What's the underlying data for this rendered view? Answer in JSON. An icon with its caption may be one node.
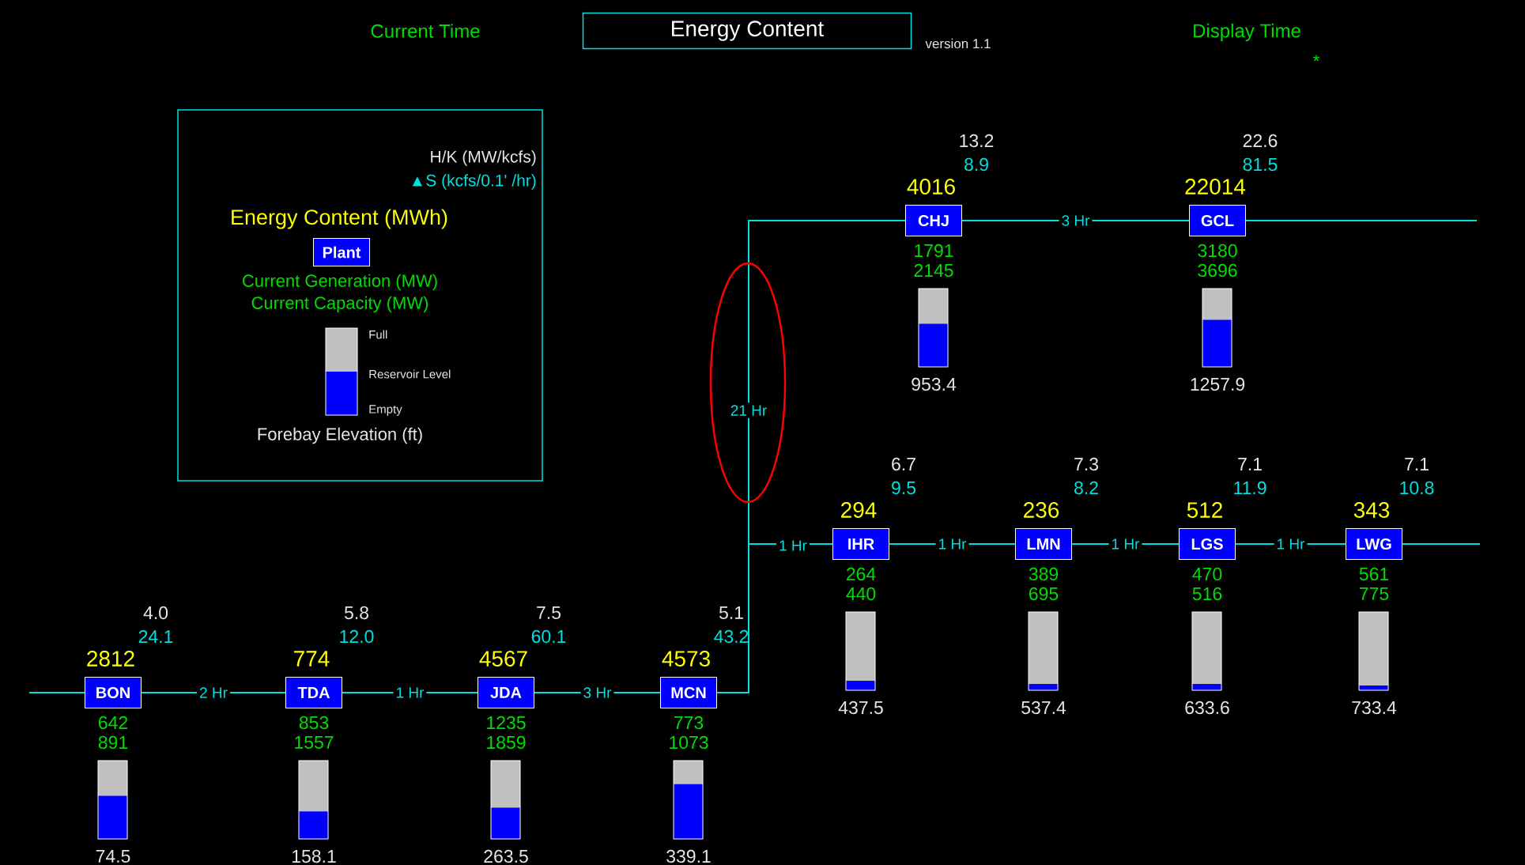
{
  "diagram": {
    "title": "Energy Content",
    "nodes": [
      {
        "text": [
          "H/K  (MW/kcfs)",
          "▲S (kcfs/0.1' /hr)",
          "Energy Content (MWh)",
          "Current Generation (MW)",
          "Current Capacity (MW)",
          "Full",
          "Reservoir Level",
          "Empty",
          "Forebay Elevation (ft)"
        ]
      },
      {
        "text": [
          "Plant"
        ],
        "in": 0
      },
      {
        "text": [
          "CHJ"
        ],
        "beside": [
          "4016",
          "13.2",
          "8.9",
          "1791",
          "2145"
        ]
      },
      {
        "text": [
          "GCL"
        ],
        "beside": [
          "22014",
          "22.6",
          "81.5",
          "3180",
          "3696"
        ]
      },
      {
        "text": [
          "IHR"
        ],
        "beside": [
          "294",
          "6.7",
          "9.5",
          "264",
          "440"
        ]
      },
      {
        "text": [
          "LMN"
        ],
        "beside": [
          "236",
          "7.3",
          "8.2",
          "389",
          "695"
        ]
      },
      {
        "text": [
          "LGS"
        ],
        "beside": [
          "512",
          "7.1",
          "11.9",
          "470",
          "516"
        ]
      },
      {
        "text": [
          "LWG"
        ],
        "beside": [
          "343",
          "7.1",
          "10.8",
          "561",
          "775"
        ]
      },
      {
        "text": [
          "BON"
        ],
        "beside": [
          "2812",
          "4.0",
          "24.1",
          "642",
          "891"
        ]
      },
      {
        "text": [
          "TDA"
        ],
        "beside": [
          "774",
          "5.8",
          "12.0",
          "853",
          "1557"
        ]
      },
      {
        "text": [
          "JDA"
        ],
        "beside": [
          "4567",
          "7.5",
          "60.1",
          "1235",
          "1859"
        ]
      },
      {
        "text": [
          "MCN"
        ],
        "beside": [
          "4573",
          "5.1",
          "43.2",
          "773",
          "1073"
        ]
      }
    ],
    "edges": [
      {
        "from": null,
        "to": 8,
        "arrow": "none"
      },
      {
        "from": 8,
        "to": 9,
        "arrow": "none",
        "label": "2 Hr"
      },
      {
        "from": 9,
        "to": 10,
        "arrow": "none",
        "label": "1 Hr"
      },
      {
        "from": 10,
        "to": 11,
        "arrow": "none",
        "label": "3 Hr"
      },
      {
        "from": 11,
        "to": 4,
        "arrow": "none",
        "label": "1 Hr"
      },
      {
        "from": 11,
        "to": 2,
        "arrow": "none",
        "label": "21 Hr"
      },
      {
        "from": 2,
        "to": 3,
        "arrow": "none",
        "label": "3 Hr"
      },
      {
        "from": 3,
        "to": null,
        "arrow": "none"
      },
      {
        "from": 4,
        "to": 5,
        "arrow": "none",
        "label": "1 Hr"
      },
      {
        "from": 5,
        "to": 6,
        "arrow": "none",
        "label": "1 Hr"
      },
      {
        "from": 6,
        "to": 7,
        "arrow": "none",
        "label": "1 Hr"
      },
      {
        "from": 7,
        "to": null,
        "arrow": "none"
      }
    ],
    "labels": [
      "Current Time",
      "version 1.1",
      "Display Time",
      "*",
      "953.4",
      "1257.9",
      "437.5",
      "537.4",
      "633.6",
      "733.4",
      "74.5",
      "158.1",
      "263.5",
      "339.1"
    ]
  }
}
